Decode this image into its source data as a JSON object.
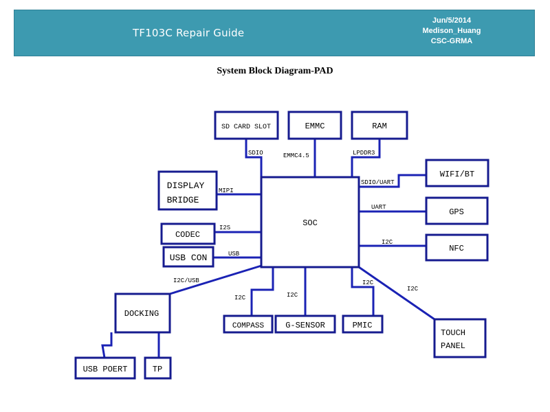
{
  "header": {
    "title": "TF103C   Repair Guide",
    "date": "Jun/5/2014",
    "author": "Medison_Huang",
    "dept": "CSC-GRMA"
  },
  "page_title": "System Block Diagram-PAD",
  "colors": {
    "header_bg": "#3d9ab0",
    "line": "#1a22b4",
    "box_border": "#161b8f"
  },
  "blocks": {
    "soc": "SOC",
    "sd_card_slot": "SD CARD SLOT",
    "emmc": "EMMC",
    "ram": "RAM",
    "wifi_bt": "WIFI/BT",
    "gps": "GPS",
    "nfc": "NFC",
    "display_bridge_1": "DISPLAY",
    "display_bridge_2": "BRIDGE",
    "codec": "CODEC",
    "usb_con": "USB CON",
    "docking": "DOCKING",
    "usb_poert": "USB POERT",
    "tp": "TP",
    "compass": "COMPASS",
    "g_sensor": "G-SENSOR",
    "pmic": "PMIC",
    "touch_panel_1": "TOUCH",
    "touch_panel_2": "PANEL"
  },
  "links": {
    "sdio": "SDIO",
    "emmc45": "EMMC4.5",
    "lpddr3": "LPDDR3",
    "sdio_uart": "SDIO/UART",
    "uart": "UART",
    "i2c_nfc": "I2C",
    "mipi": "MIPI",
    "i2s": "I2S",
    "usb": "USB",
    "i2c_usb": "I2C/USB",
    "i2c_compass": "I2C",
    "i2c_gsensor": "I2C",
    "i2c_pmic": "I2C",
    "i2c_touch": "I2C"
  }
}
